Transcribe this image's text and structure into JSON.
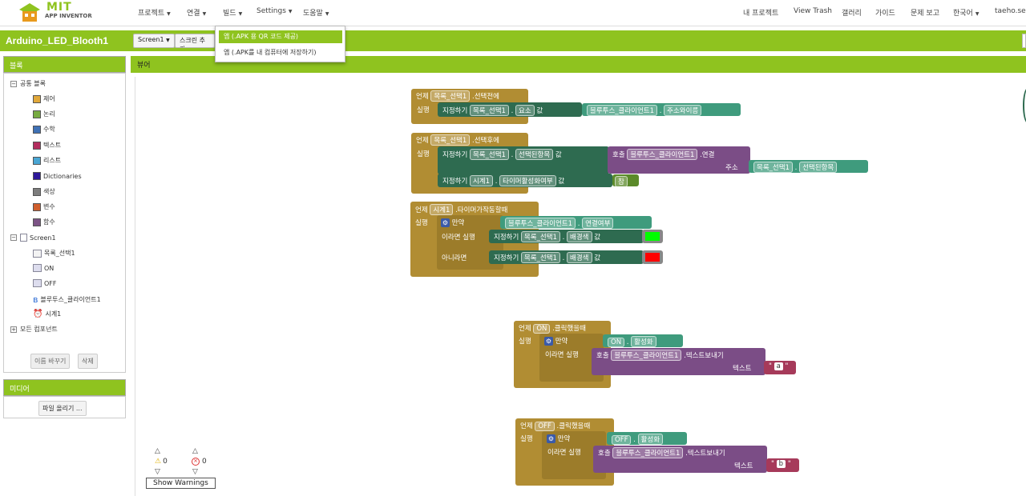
{
  "logo": {
    "line1": "MIT",
    "line2": "APP INVENTOR"
  },
  "nav": {
    "projects": "프로젝트",
    "connect": "연결",
    "build": "빌드",
    "settings": "Settings",
    "help": "도움말",
    "my_projects": "내 프로젝트",
    "view_trash": "View Trash",
    "gallery": "갤러리",
    "guide": "가이드",
    "report": "문제 보고",
    "language": "한국어",
    "user": "taeho.seo"
  },
  "project": {
    "name": "Arduino_LED_Blooth1",
    "screen_btn": "Screen1",
    "add_screen": "스크린 추가"
  },
  "build_menu": {
    "item1": "앱 (.APK 용 QR 코드 제공)",
    "item2": "앱 (.APK를 내 컴퓨터에 저장하기)"
  },
  "blocks_panel": {
    "title": "블록",
    "builtin": "공통 블록",
    "categories": [
      {
        "label": "제어",
        "color": "#e1a83a"
      },
      {
        "label": "논리",
        "color": "#77ab41"
      },
      {
        "label": "수학",
        "color": "#3f71b5"
      },
      {
        "label": "텍스트",
        "color": "#b32d5e"
      },
      {
        "label": "리스트",
        "color": "#49a6d4"
      },
      {
        "label": "Dictionaries",
        "color": "#2d1799"
      },
      {
        "label": "색상",
        "color": "#7d7d7d"
      },
      {
        "label": "변수",
        "color": "#d05f2d"
      },
      {
        "label": "함수",
        "color": "#7c5385"
      }
    ],
    "screen": "Screen1",
    "components": [
      "목록_선택1",
      "ON",
      "OFF",
      "블루투스_클라이언트1",
      "시계1"
    ],
    "any_component": "모든 컴포넌트",
    "rename_btn": "이름 바꾸기",
    "delete_btn": "삭제"
  },
  "media_panel": {
    "title": "미디어",
    "upload_btn": "파일 올리기 ..."
  },
  "viewer": {
    "title": "뷰어"
  },
  "blocks": {
    "kw_when": "언제",
    "kw_do": "실행",
    "kw_set": "지정하기",
    "kw_to": "값",
    "kw_call": "호출",
    "kw_if": "만약",
    "kw_then": "이라면 실행",
    "kw_else": "아니라면",
    "b1": {
      "comp": "목록_선택1",
      "event": ".선택전에",
      "set_comp": "목록_선택1",
      "set_prop": "요소",
      "get_comp": "블루투스_클라이언트1",
      "get_prop": "주소와이름"
    },
    "b2": {
      "comp": "목록_선택1",
      "event": ".선택후에",
      "set_comp": "목록_선택1",
      "set_prop": "선택된항목",
      "call_comp": "블루투스_클라이언트1",
      "method": ".연결",
      "arg_label": "주소",
      "arg_comp": "목록_선택1",
      "arg_prop": "선택된항목",
      "set2_comp": "시계1",
      "set2_prop": "타이머활성화여부",
      "bool": "참"
    },
    "b3": {
      "comp": "시계1",
      "event": ".타이머가작동할때",
      "cond_comp": "블루투스_클라이언트1",
      "cond_prop": "연결여부",
      "set_comp": "목록_선택1",
      "set_prop": "배경색",
      "then_color": "#00ff00",
      "else_color": "#ff0000"
    },
    "b4": {
      "comp": "ON",
      "event": ".클릭했을때",
      "cond_comp": "ON",
      "cond_prop": "활성화",
      "call_comp": "블루투스_클라이언트1",
      "method": ".텍스트보내기",
      "arg_label": "텍스트",
      "text": "a"
    },
    "b5": {
      "comp": "OFF",
      "event": ".클릭했을때",
      "cond_comp": "OFF",
      "cond_prop": "활성화",
      "call_comp": "블루투스_클라이언트1",
      "method": ".텍스트보내기",
      "arg_label": "텍스트",
      "text": "b"
    }
  },
  "warnings": {
    "warn_count": "0",
    "error_count": "0",
    "button": "Show Warnings"
  }
}
